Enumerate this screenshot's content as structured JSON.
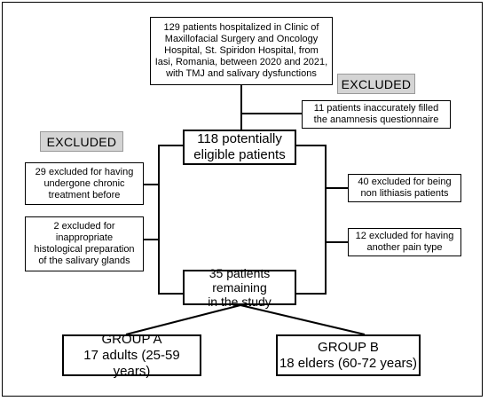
{
  "diagram": {
    "nodes": {
      "initial": "129 patients hospitalized in Clinic of\nMaxillofacial Surgery and Oncology\nHospital, St. Spiridon Hospital, from\nIasi, Romania, between 2020 and 2021,\nwith TMJ and salivary dysfunctions",
      "excluded_questionnaire": "11 patients inaccurately filled\nthe anamnesis questionnaire",
      "eligible": "118 potentially\neligible patients",
      "excluded_chronic": "29 excluded for having\nundergone chronic\ntreatment before",
      "excluded_histological": "2 excluded for\ninappropriate\nhistological preparation\nof the salivary glands",
      "excluded_non_lithiasis": "40 excluded for being\nnon lithiasis patients",
      "excluded_pain": "12 excluded for having\nanother pain type",
      "remaining": "35 patients remaining\nin the study",
      "group_a": "GROUP A\n17 adults (25-59 years)",
      "group_b": "GROUP B\n18 elders (60-72 years)"
    },
    "labels": {
      "excluded_right": "EXCLUDED",
      "excluded_left": "EXCLUDED"
    }
  }
}
